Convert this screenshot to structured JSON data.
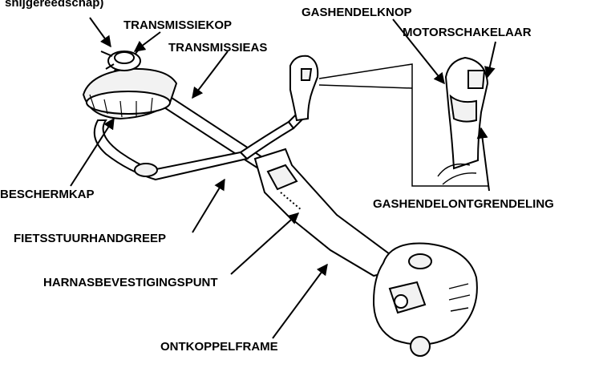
{
  "labels": {
    "cutting_tool": "snijgereedschap)",
    "gear_head": "TRANSMISSIEKOP",
    "drive_shaft": "TRANSMISSIEAS",
    "throttle_knob": "GASHENDELKNOP",
    "engine_switch": "MOTORSCHAKELAAR",
    "guard": "BESCHERMKAP",
    "throttle_release": "GASHENDELONTGRENDELING",
    "bike_handle": "FIETSSTUURHANDGREEP",
    "harness_point": "HARNASBEVESTIGINGSPUNT",
    "isolation_frame": "ONTKOPPELFRAME"
  },
  "colors": {
    "ink": "#000000",
    "paper": "#ffffff",
    "fill": "#f2f2f2"
  }
}
